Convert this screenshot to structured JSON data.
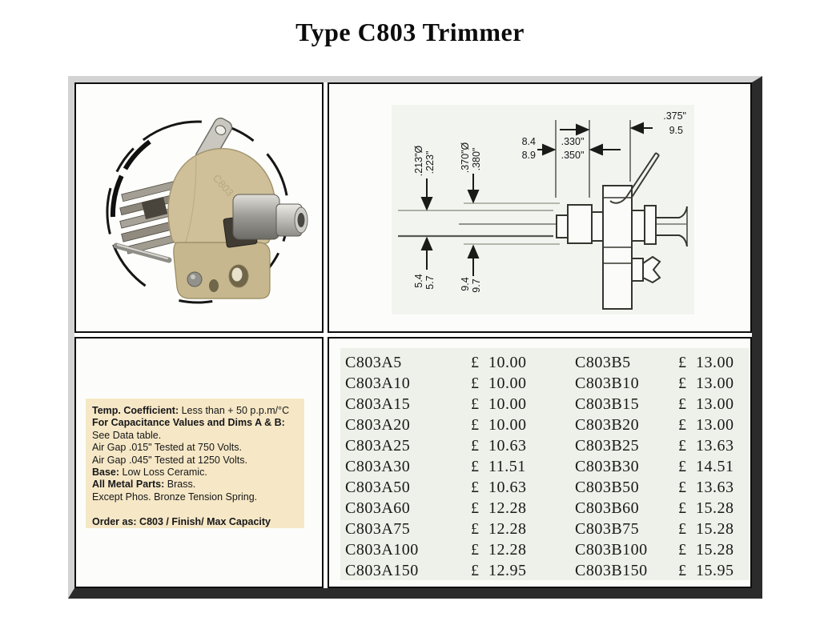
{
  "title": "Type C803 Trimmer",
  "photo": {
    "embossed_text": "C803"
  },
  "drawing": {
    "labels": {
      "shaft_dia_a": ".213\"Ø",
      "shaft_dia_b": ".223\"",
      "sleeve_dia_a": ".370\"Ø",
      "sleeve_dia_b": ".380\"",
      "width_mm_a": "8.4",
      "width_mm_b": "8.9",
      "width_in_a": ".330\"",
      "width_in_b": ".350\"",
      "depth_in": ".375\"",
      "depth_mm": "9.5",
      "shaft_mm_a": "5.4",
      "shaft_mm_b": "5.7",
      "sleeve_mm_a": "9.4",
      "sleeve_mm_b": "9.7"
    }
  },
  "specs": {
    "lines": [
      {
        "b": "Temp. Coefficient:",
        "t": " Less than + 50 p.p.m/°C"
      },
      {
        "b": "For Capacitance Values and Dims A & B:",
        "t": ""
      },
      {
        "b": "",
        "t": "See Data table."
      },
      {
        "b": "",
        "t": "Air Gap .015\" Tested at 750 Volts."
      },
      {
        "b": "",
        "t": "Air Gap .045\" Tested at 1250 Volts."
      },
      {
        "b": "Base:",
        "t": " Low Loss Ceramic."
      },
      {
        "b": "All Metal Parts:",
        "t": " Brass."
      },
      {
        "b": "",
        "t": "Except Phos. Bronze Tension Spring."
      },
      {
        "b": "",
        "t": ""
      },
      {
        "b": "Order as: C803 / Finish/ Max Capacity",
        "t": ""
      }
    ]
  },
  "price_table": {
    "rows_a": [
      {
        "part": "C803A5",
        "price": "£ 10.00"
      },
      {
        "part": "C803A10",
        "price": "£ 10.00"
      },
      {
        "part": "C803A15",
        "price": "£ 10.00"
      },
      {
        "part": "C803A20",
        "price": "£ 10.00"
      },
      {
        "part": "C803A25",
        "price": "£ 10.63"
      },
      {
        "part": "C803A30",
        "price": "£ 11.51"
      },
      {
        "part": "C803A50",
        "price": "£ 10.63"
      },
      {
        "part": "C803A60",
        "price": "£ 12.28"
      },
      {
        "part": "C803A75",
        "price": "£ 12.28"
      },
      {
        "part": "C803A100",
        "price": "£ 12.28"
      },
      {
        "part": "C803A150",
        "price": "£ 12.95"
      }
    ],
    "rows_b": [
      {
        "part": "C803B5",
        "price": "£ 13.00"
      },
      {
        "part": "C803B10",
        "price": "£ 13.00"
      },
      {
        "part": "C803B15",
        "price": "£ 13.00"
      },
      {
        "part": "C803B20",
        "price": "£ 13.00"
      },
      {
        "part": "C803B25",
        "price": "£ 13.63"
      },
      {
        "part": "C803B30",
        "price": "£ 14.51"
      },
      {
        "part": "C803B50",
        "price": "£ 13.63"
      },
      {
        "part": "C803B60",
        "price": "£ 15.28"
      },
      {
        "part": "C803B75",
        "price": "£ 15.28"
      },
      {
        "part": "C803B100",
        "price": "£ 15.28"
      },
      {
        "part": "C803B150",
        "price": "£ 15.95"
      }
    ]
  },
  "colors": {
    "spec_box_bg": "#f6e8c6",
    "table_bg": "#edf1e9",
    "frame_dark": "#2b2b2b",
    "frame_light": "#d3d3d3",
    "ceramic_body": "#cfc09a"
  }
}
